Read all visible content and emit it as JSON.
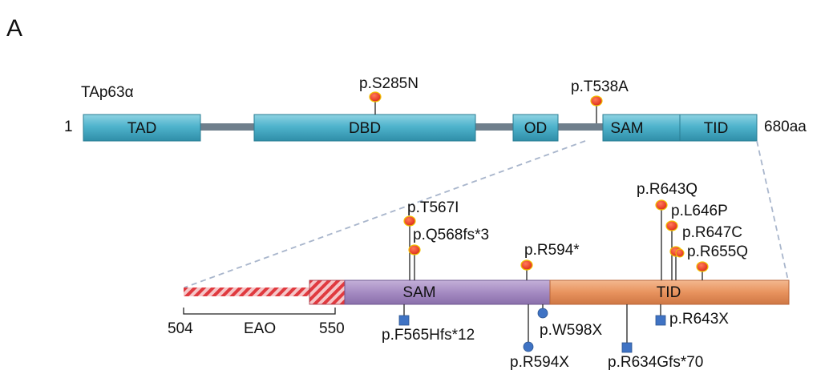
{
  "panel_label": "A",
  "protein": {
    "name": "TAp63α",
    "start_label": "1",
    "end_label": "680aa",
    "domains": [
      "TAD",
      "DBD",
      "OD",
      "SAM",
      "TID"
    ],
    "top_mutations": [
      "p.S285N",
      "p.T538A"
    ]
  },
  "zoom": {
    "start_label": "504",
    "eao_label": "EAO",
    "eao_end_label": "550",
    "domains": [
      "SAM",
      "TID"
    ],
    "missense_mutations": [
      "p.T567I",
      "p.Q568fs*3",
      "p.R594*",
      "p.R643Q",
      "p.L646P",
      "p.R647C",
      "p.R655Q"
    ],
    "truncating_mutations": [
      "p.F565Hfs*12",
      "p.R594X",
      "p.W598X",
      "p.R634Gfs*70",
      "p.R643X"
    ]
  },
  "colors": {
    "domain_fill": "#4fb3cc",
    "linker": "#6f7f8c",
    "missense_marker": "#e8412a",
    "missense_marker_edge": "#f2c200",
    "truncating_marker": "#3f73c4",
    "sam_fill": "#a58bc2",
    "tid_fill": "#e8935e",
    "eao_stripe": "#e03a3f",
    "zoom_guides": "#a9b6cc"
  }
}
